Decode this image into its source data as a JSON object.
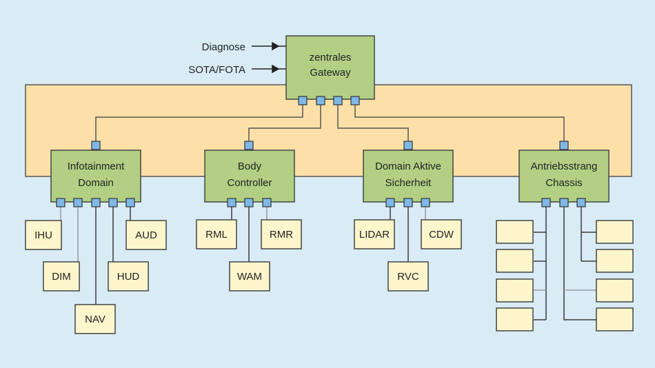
{
  "colors": {
    "background": "#d9ebf5",
    "backbone": "#fde0a8",
    "domain_box": "#b3cf84",
    "ecu_box": "#fdf6cc",
    "port": "#7fb8e6",
    "line": "#3a3a3a",
    "line_light": "#9a9a9a"
  },
  "inputs": [
    {
      "label": "Diagnose"
    },
    {
      "label": "SOTA/FOTA"
    }
  ],
  "gateway": {
    "line1": "zentrales",
    "line2": "Gateway",
    "port_count": 4
  },
  "domains": [
    {
      "id": "infotainment",
      "line1": "Infotainment",
      "line2": "Domain",
      "port_count": 5,
      "ecus": [
        "IHU",
        "DIM",
        "NAV",
        "HUD",
        "AUD"
      ]
    },
    {
      "id": "body",
      "line1": "Body",
      "line2": "Controller",
      "port_count": 3,
      "ecus": [
        "RML",
        "WAM",
        "RMR"
      ]
    },
    {
      "id": "safety",
      "line1": "Domain Aktive",
      "line2": "Sicherheit",
      "port_count": 3,
      "ecus": [
        "LIDAR",
        "RVC",
        "CDW"
      ]
    },
    {
      "id": "powertrain",
      "line1": "Antriebsstrang",
      "line2": "Chassis",
      "port_count": 3,
      "ecus": [
        "",
        "",
        "",
        "",
        "",
        "",
        "",
        ""
      ]
    }
  ]
}
